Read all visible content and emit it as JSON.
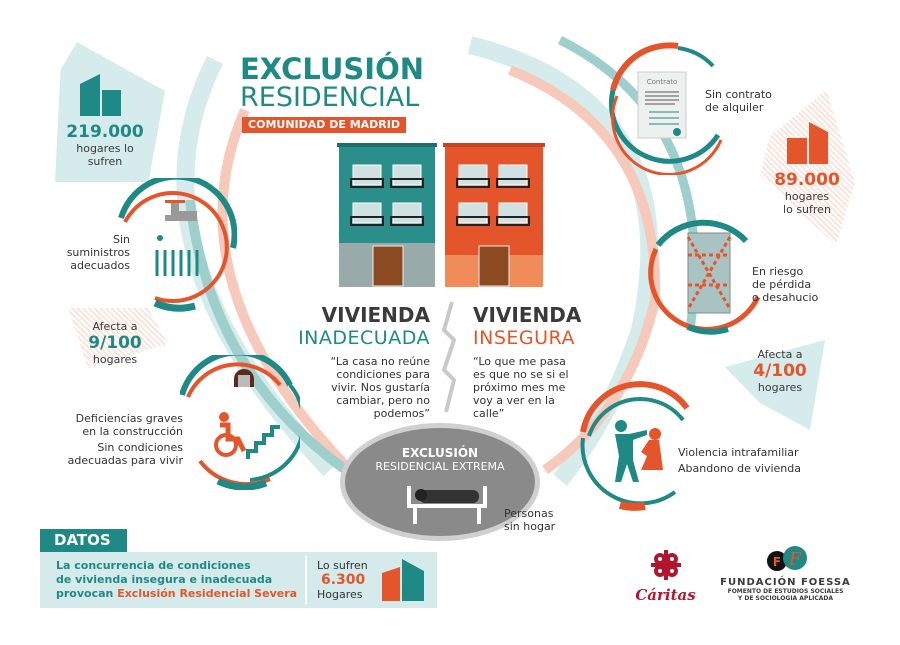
{
  "title": {
    "line1": "EXCLUSIÓN",
    "line2": "RESIDENCIAL",
    "region": "COMUNIDAD DE MADRID"
  },
  "colors": {
    "teal": "#1f8a85",
    "orange": "#e5552b",
    "light_teal": "#cfe7e7",
    "salmon": "#f2b9a7",
    "gray": "#8a8a8a"
  },
  "inadecuada": {
    "heading": "VIVIENDA",
    "sub": "INADECUADA",
    "quote": [
      "“La casa no reúne",
      "condiciones para",
      "vivir. Nos gustaría",
      "cambiar, pero no",
      "podemos”"
    ]
  },
  "insegura": {
    "heading": "VIVIENDA",
    "sub": "INSEGURA",
    "quote": [
      "“Lo que me pasa",
      "es que no se si el",
      "próximo mes me",
      "voy a ver en la",
      "calle”"
    ]
  },
  "extrema": {
    "line1": "EXCLUSIÓN",
    "line2": "RESIDENCIAL EXTREMA",
    "label": [
      "Personas",
      "sin hogar"
    ]
  },
  "left": {
    "stat1": {
      "value": "219.000",
      "text": [
        "hogares lo",
        "sufren"
      ]
    },
    "item1": {
      "label": [
        "Sin",
        "suministros",
        "adecuados"
      ],
      "icons": [
        "tap-icon",
        "radiator-icon"
      ]
    },
    "stat2": {
      "prefix": "Afecta a",
      "value": "9/100",
      "suffix": "hogares"
    },
    "item2": {
      "label": [
        "Deficiencias graves",
        "en la construcción",
        "Sin condiciones",
        "adecuadas para vivir"
      ],
      "icons": [
        "broken-window-icon",
        "wheelchair-icon",
        "stairs-icon"
      ]
    }
  },
  "right": {
    "item1": {
      "label": [
        "Sin contrato",
        "de alquiler"
      ],
      "doc_title": "Contrato"
    },
    "stat1": {
      "value": "89.000",
      "text": [
        "hogares",
        "lo sufren"
      ]
    },
    "item2": {
      "label": [
        "En riesgo",
        "de pérdida",
        "o desahucio"
      ]
    },
    "stat2": {
      "prefix": "Afecta a",
      "value": "4/100",
      "suffix": "hogares"
    },
    "item3": {
      "label": [
        "Violencia intrafamiliar",
        "Abandono de vivienda"
      ]
    }
  },
  "datos": {
    "heading": "DATOS",
    "text": [
      "La concurrencia de condiciones",
      "de vivienda insegura e inadecuada",
      "provocan "
    ],
    "highlight": "Exclusión Residencial Severa",
    "sufren": "Lo sufren",
    "value": "6.300",
    "unit": "Hogares"
  },
  "logos": {
    "caritas": "Cáritas",
    "foessa": "FUNDACIÓN FOESSA",
    "foessa_sub1": "FOMENTO DE ESTUDIOS SOCIALES",
    "foessa_sub2": "Y DE SOCIOLOGIA APLICADA"
  }
}
